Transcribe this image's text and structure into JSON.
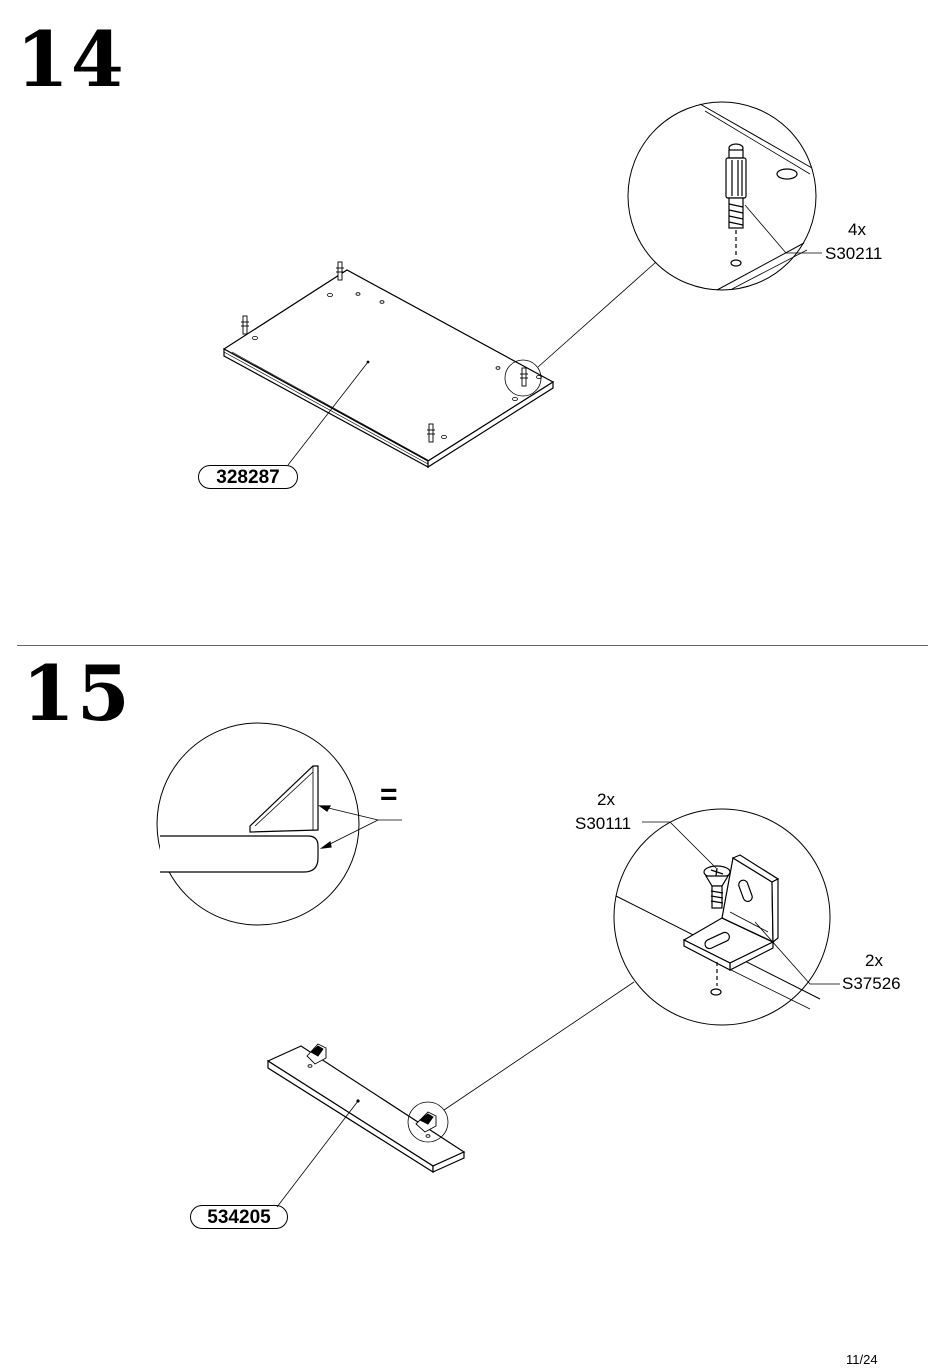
{
  "steps": [
    {
      "number": "14",
      "part_number": "328287",
      "hardware": [
        {
          "quantity": "4x",
          "code": "S30211"
        }
      ]
    },
    {
      "number": "15",
      "part_number": "534205",
      "detail_symbol": "=",
      "hardware": [
        {
          "quantity": "2x",
          "code": "S30111"
        },
        {
          "quantity": "2x",
          "code": "S37526"
        }
      ]
    }
  ],
  "footer": {
    "page": "11/24"
  }
}
